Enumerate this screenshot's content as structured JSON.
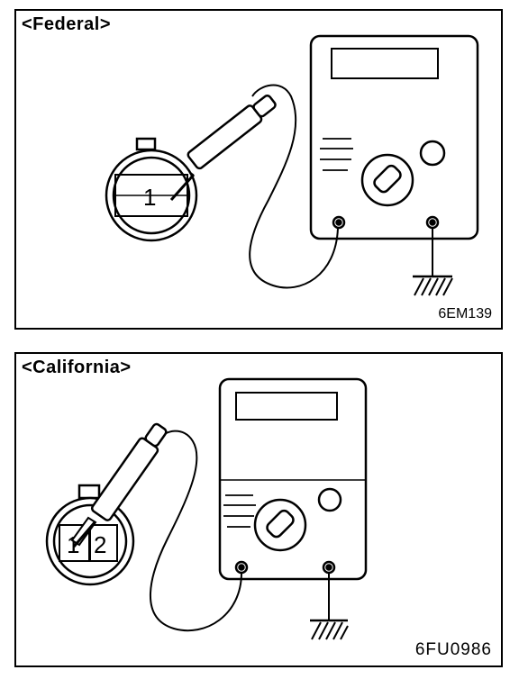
{
  "panels": [
    {
      "title": "<Federal>",
      "figure_code": "6EM139",
      "connector_terminals": [
        "1"
      ]
    },
    {
      "title": "<California>",
      "figure_code": "6FU0986",
      "connector_terminals": [
        "1",
        "2"
      ]
    }
  ],
  "icons": [
    "multimeter-icon",
    "probe-icon",
    "connector-icon",
    "ground-icon"
  ],
  "colors": {
    "line": "#000000",
    "background": "#ffffff"
  }
}
